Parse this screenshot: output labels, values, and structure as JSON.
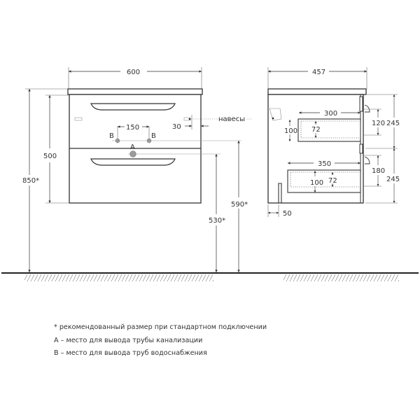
{
  "drawing": {
    "front_view": {
      "width": "600",
      "height_body": "500",
      "height_total": "850*",
      "b_spacing": "150",
      "hinge_offset": "30",
      "hinge_label": "навесы",
      "label_a": "A",
      "label_b": "B",
      "a_height": "530*",
      "b_height": "590*"
    },
    "side_view": {
      "depth": "457",
      "top_drawer_depth": "300",
      "top_drawer_height": "100",
      "top_drawer_inner": "72",
      "top_drawer_opening": "120",
      "top_section": "245",
      "bottom_drawer_depth": "350",
      "bottom_drawer_height": "100",
      "bottom_drawer_inner": "72",
      "bottom_drawer_opening": "180",
      "bottom_section": "245",
      "back_gap": "50"
    }
  },
  "notes": [
    "* рекомендованный размер при стандартном подключении",
    "A – место для вывода трубы канализации",
    "B – место для вывода труб водоснабжения"
  ],
  "colors": {
    "line": "#333333",
    "dim_line": "#555555",
    "pipe": "#9a9a9a"
  }
}
